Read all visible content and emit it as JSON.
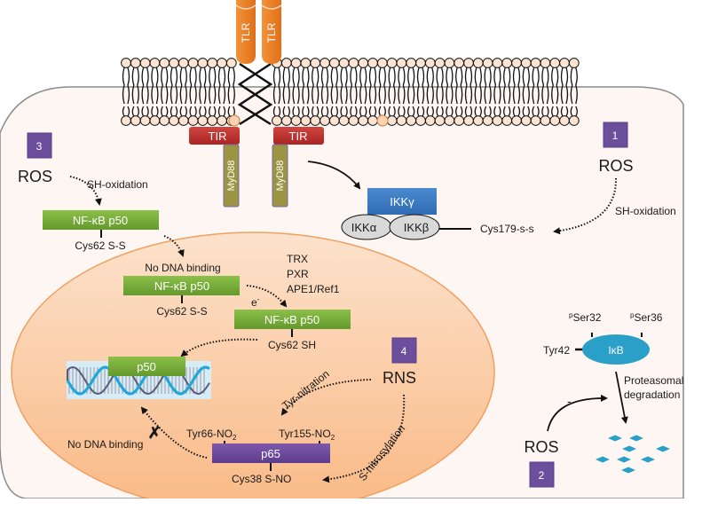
{
  "title": "Redox regulation of NF-kB signaling",
  "colors": {
    "cell_fill": "#fdf6f2",
    "nucleus_fill": "#fbc9a0",
    "nucleus_stroke": "#f0a060",
    "tlr": "#ee7f22",
    "tir": "#c0312f",
    "myd88": "#9b9440",
    "myd88_stroke": "#7a66b0",
    "ikk_gamma": "#3f7fc6",
    "ikk_ab": "#d9d9d9",
    "nfkb": "#74ab35",
    "p65": "#6e4a9e",
    "badge": "#6c4f9c",
    "ikb": "#2aa0c9",
    "fragments": "#2aa0c9",
    "lipid_head": "#fde4d2"
  },
  "receptors": {
    "tlr_label": "TLR",
    "tir_label": "TIR",
    "myd88_label": "MyD88"
  },
  "ikk_complex": {
    "gamma": "IKKγ",
    "alpha": "IKKα",
    "beta": "IKKβ",
    "site": "Cys179-s-s"
  },
  "section1": {
    "badge": "1",
    "agent": "ROS",
    "process": "SH-oxidation"
  },
  "section2": {
    "badge": "2",
    "agent": "ROS",
    "inhibit": "-",
    "ikb": "IκB",
    "pser32_sup": "p",
    "pser32": "Ser32",
    "pser36_sup": "p",
    "pser36": "Ser36",
    "tyr42": "Tyr42",
    "degradation_1": "Proteasomal",
    "degradation_2": "degradation"
  },
  "section3": {
    "badge": "3",
    "agent": "ROS",
    "process": "SH-oxidation",
    "cyto_nfkb": "NF-κB p50",
    "cyto_site": "Cys62 S-S",
    "nuc_no_binding": "No DNA binding",
    "nuc_nfkb": "NF-κB p50",
    "nuc_site": "Cys62 S-S",
    "electron": "e",
    "electron_sup": "-",
    "reducers": [
      "TRX",
      "PXR",
      "APE1/Ref1"
    ],
    "reduced_nfkb": "NF-κB p50",
    "reduced_site": "Cys62 SH",
    "dna_p50": "p50"
  },
  "section4": {
    "badge": "4",
    "agent": "RNS",
    "tyr_nitration": "Tyr-nitration",
    "s_nitrosylation": "S-nitrosylation",
    "p65": "p65",
    "tyr66": "Tyr66-NO",
    "tyr155": "Tyr155-NO",
    "sub2": "2",
    "cys38": "Cys38 S-NO",
    "no_dna_binding": "No DNA binding",
    "block_mark": "✗"
  }
}
